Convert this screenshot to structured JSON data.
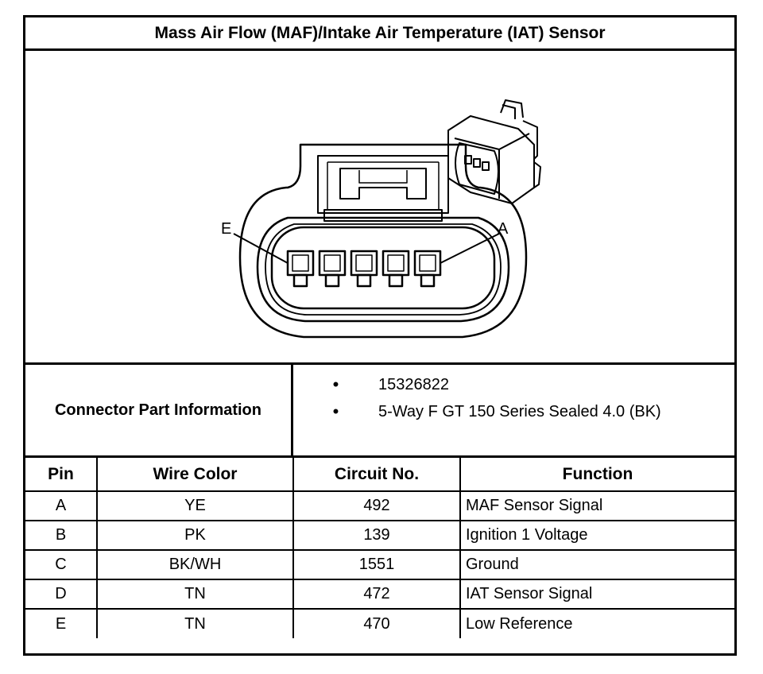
{
  "title": "Mass Air Flow (MAF)/Intake Air Temperature (IAT) Sensor",
  "figure": {
    "pin_label_left": "E",
    "pin_label_right": "A"
  },
  "connector_info": {
    "label": "Connector Part Information",
    "items": [
      "15326822",
      "5-Way F GT 150 Series Sealed 4.0 (BK)"
    ]
  },
  "pin_table": {
    "headers": [
      "Pin",
      "Wire Color",
      "Circuit No.",
      "Function"
    ],
    "rows": [
      {
        "pin": "A",
        "wire_color": "YE",
        "circuit": "492",
        "function": "MAF Sensor Signal"
      },
      {
        "pin": "B",
        "wire_color": "PK",
        "circuit": "139",
        "function": "Ignition 1 Voltage"
      },
      {
        "pin": "C",
        "wire_color": "BK/WH",
        "circuit": "1551",
        "function": "Ground"
      },
      {
        "pin": "D",
        "wire_color": "TN",
        "circuit": "472",
        "function": "IAT Sensor Signal"
      },
      {
        "pin": "E",
        "wire_color": "TN",
        "circuit": "470",
        "function": "Low Reference"
      }
    ]
  }
}
